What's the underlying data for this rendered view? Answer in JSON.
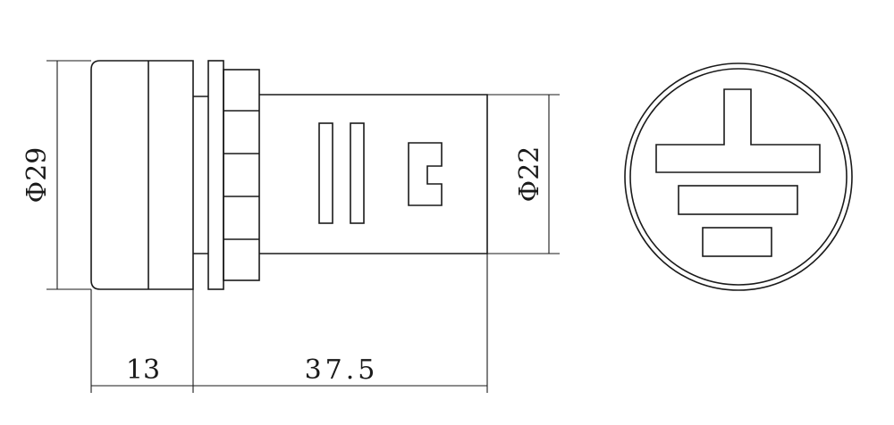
{
  "dimensions": {
    "face_diameter": "Φ29",
    "body_diameter": "Φ22",
    "cap_length": "13",
    "body_length": "37.5"
  },
  "symbol": "ground-earth"
}
